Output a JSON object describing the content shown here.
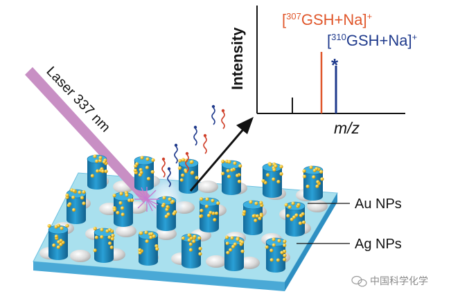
{
  "labels": {
    "laser": "Laser 337 nm",
    "au": "Au NPs",
    "ag": "Ag NPs",
    "intensity": "Intensity",
    "mz": "m/z",
    "peak_red": {
      "open": "[",
      "sup": "307",
      "body": "GSH+Na]",
      "charge": "+"
    },
    "peak_blue": {
      "open": "[",
      "sup": "310",
      "body": "GSH+Na]",
      "charge": "+"
    },
    "peak_blue_marker": "*"
  },
  "watermark": {
    "text": "中国科学化学"
  },
  "colors": {
    "substrate_top": "#a9e0ee",
    "substrate_front": "#4aa9d6",
    "substrate_side": "#2e8fc2",
    "pillar": "#1f8bc2",
    "pillar_dark": "#136a9a",
    "au_dot": "#f2c12e",
    "ag_dome": "#d8d8d8",
    "laser": "#c88fc4",
    "peak_red": "#e0562a",
    "peak_blue": "#1f3a8c"
  },
  "icons": {
    "watermark": "wechat-icon",
    "arrow": "arrow-icon"
  }
}
